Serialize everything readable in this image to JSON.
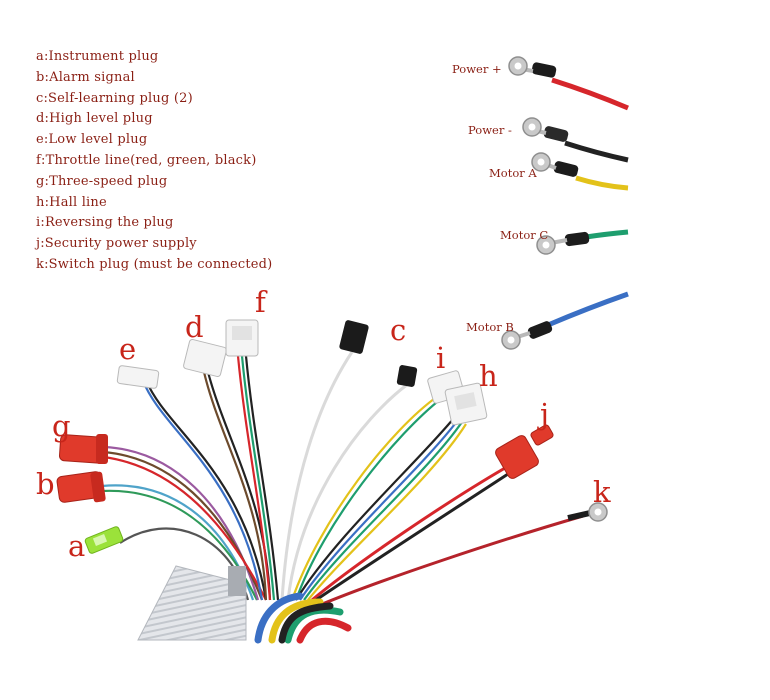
{
  "legend": [
    "a:Instrument plug",
    "b:Alarm signal",
    "c:Self-learning plug (2)",
    "d:High level plug",
    "e:Low level plug",
    "f:Throttle line(red, green, black)",
    "g:Three-speed plug",
    "h:Hall line",
    "i:Reversing the plug",
    "j:Security power supply",
    "k:Switch plug (must be connected)"
  ],
  "wire_labels": {
    "power_plus": "Power +",
    "power_minus": "Power -",
    "motor_a": "Motor A",
    "motor_c": "Motor C",
    "motor_b": "Motor B"
  },
  "connector_letters": {
    "a": "a",
    "b": "b",
    "c": "c",
    "d": "d",
    "e": "e",
    "f": "f",
    "g": "g",
    "h": "h",
    "i": "i",
    "j": "j",
    "k": "k"
  },
  "colors": {
    "text": "#8a1f14",
    "letter": "#c8251a",
    "wire_red": "#d6262b",
    "wire_black": "#222222",
    "wire_yellow": "#e3c21a",
    "wire_green": "#1e9e6e",
    "wire_blue": "#3a6fc4"
  }
}
